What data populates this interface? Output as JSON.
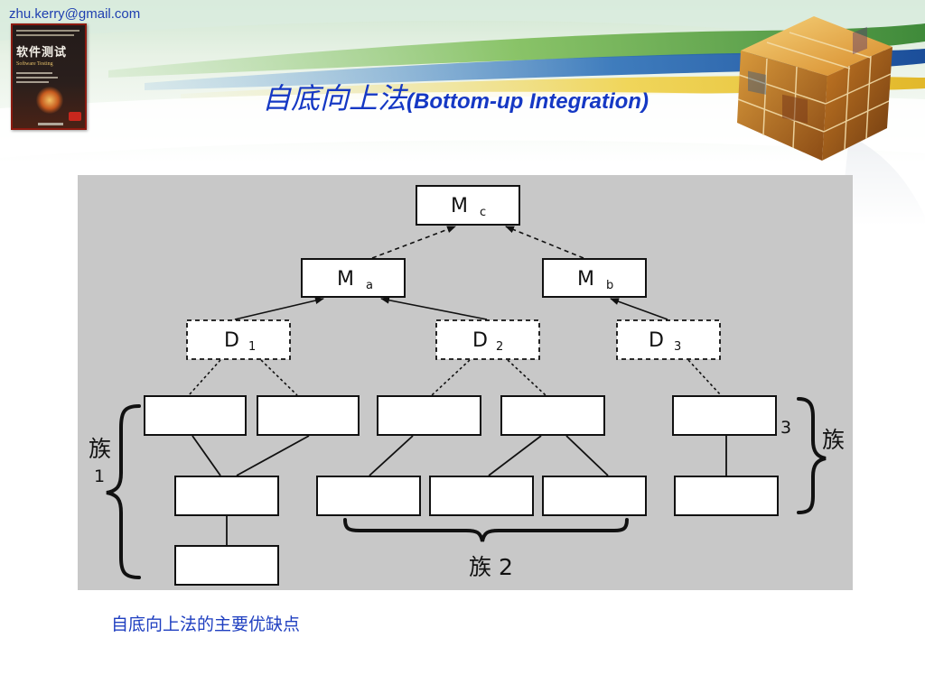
{
  "header": {
    "email": "zhu.kerry@gmail.com",
    "book": {
      "title": "软件测试",
      "subtitle": "Software Testing"
    },
    "title_cn": "自底向上法",
    "title_en": "(Bottom-up Integration)"
  },
  "diagram": {
    "nodes": {
      "mc": {
        "main": "M",
        "sub": "c"
      },
      "ma": {
        "main": "M",
        "sub": "a"
      },
      "mb": {
        "main": "M",
        "sub": "b"
      },
      "d1": {
        "main": "D",
        "sub": "1"
      },
      "d2": {
        "main": "D",
        "sub": "2"
      },
      "d3": {
        "main": "D",
        "sub": "3"
      }
    },
    "clusters": {
      "c1_label": "族",
      "c1_number": "1",
      "c2_label": "族 2",
      "c3_label": "族",
      "c3_number": "3"
    }
  },
  "caption": "自底向上法的主要优缺点"
}
